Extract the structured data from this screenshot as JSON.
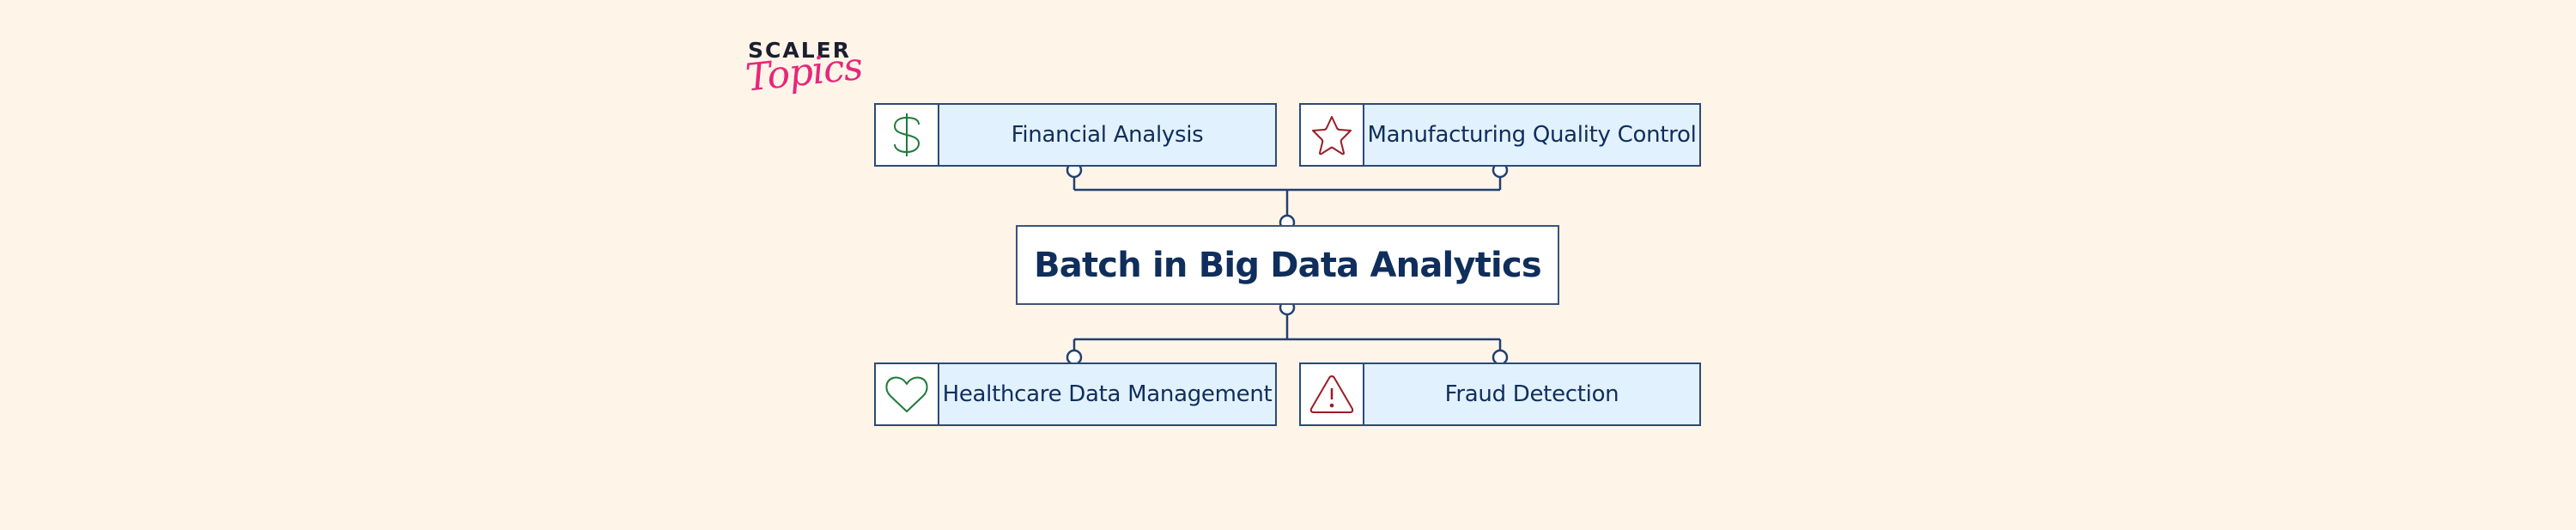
{
  "logo": {
    "brand_top": "SCALER",
    "brand_bottom": "Topics",
    "brand_top_color": "#1b1e2e",
    "brand_bottom_color": "#e6277a"
  },
  "diagram": {
    "title": "Batch in Big Data Analytics",
    "colors": {
      "background": "#fef4e8",
      "node_fill": "#e2f1fe",
      "icon_cell_fill": "#ffffff",
      "border": "#2b4a78",
      "text": "#0f2e5c",
      "icon_green": "#1e7a3a",
      "icon_red": "#9b1c24"
    },
    "nodes": [
      {
        "label": "Financial Analysis",
        "icon": "dollar-icon",
        "position": "top-left"
      },
      {
        "label": "Manufacturing Quality Control",
        "icon": "star-icon",
        "position": "top-right"
      },
      {
        "label": "Healthcare Data Management",
        "icon": "heart-icon",
        "position": "bottom-left"
      },
      {
        "label": "Fraud Detection",
        "icon": "warning-icon",
        "position": "bottom-right"
      }
    ]
  }
}
